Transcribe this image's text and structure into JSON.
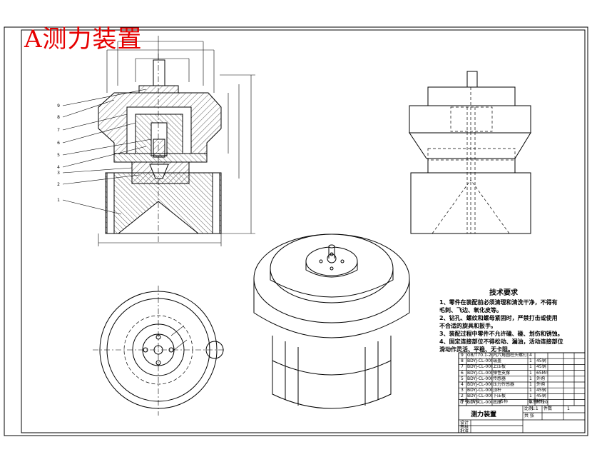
{
  "overlay_title": "A测力装置",
  "technical_requirements": {
    "title": "技术要求",
    "lines": [
      "1、零件在装配前必须清理和清洗干净，不得有",
      "毛刺、飞边、氧化皮等。",
      "2、钻孔、螺纹和螺母紧固时，严禁打击或使用",
      "不合适的旋具和扳手。",
      "3、装配过程中零件不允许磕、碰、划伤和锈蚀。",
      "4、固定连接部位不得松动、漏油，活动连接部位",
      "滑动作灵活、平稳、无卡阻。"
    ]
  },
  "part_callouts": [
    "9",
    "8",
    "7",
    "6",
    "5",
    "4",
    "3",
    "2",
    "1"
  ],
  "title_block": {
    "drawing_name": "测力装置",
    "ratio_label": "比例",
    "ratio_value": "1:1",
    "qty_label": "件数",
    "qty_value": "1",
    "sheet_label": "共 张",
    "header_cells": [
      "序号",
      "代号",
      "名称",
      "数量",
      "材料",
      "单件",
      "总计",
      "重量",
      "备注"
    ],
    "rows": [
      {
        "no": "9",
        "code": "GB/T70.1-2000",
        "name": "内六角圆柱头螺钉M6×20",
        "qty": "4",
        "mat": ""
      },
      {
        "no": "8",
        "code": "BDYJ-CL-0008",
        "name": "端盖",
        "qty": "1",
        "mat": "45钢"
      },
      {
        "no": "7",
        "code": "BDYJ-CL-0007",
        "name": "上压板",
        "qty": "1",
        "mat": "45钢"
      },
      {
        "no": "6",
        "code": "BDYJ-CL-0006",
        "name": "弹性支撑",
        "qty": "1",
        "mat": "65Mn"
      },
      {
        "no": "5",
        "code": "BDYJ-CL-0005",
        "name": "传感器",
        "qty": "1",
        "mat": "外购"
      },
      {
        "no": "4",
        "code": "BDYJ-CL-0004",
        "name": "压力传感器",
        "qty": "1",
        "mat": "外购"
      },
      {
        "no": "3",
        "code": "BDYJ-CL-0003",
        "name": "顶杆",
        "qty": "1",
        "mat": "45钢"
      },
      {
        "no": "2",
        "code": "BDYJ-CL-0002",
        "name": "下压板",
        "qty": "1",
        "mat": "45钢"
      },
      {
        "no": "1",
        "code": "BDYJ-CL-0001",
        "name": "底座",
        "qty": "1",
        "mat": "HT200"
      }
    ],
    "sign_labels": [
      "设计",
      "审核",
      "批准"
    ]
  },
  "colors": {
    "line": "#000000",
    "title": "#e60000"
  }
}
